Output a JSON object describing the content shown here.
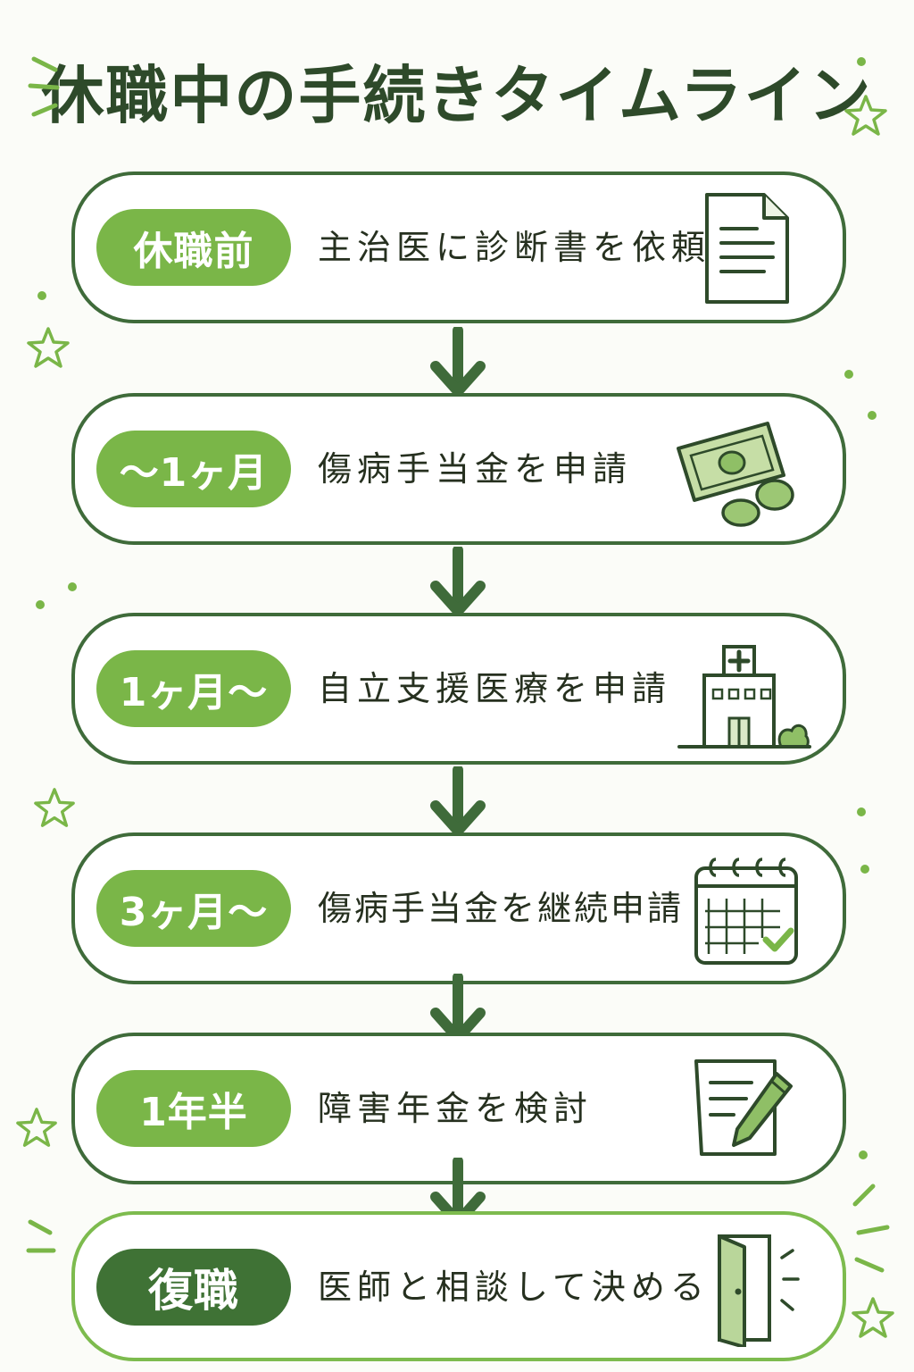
{
  "title": "休職中の手続きタイムライン",
  "steps": [
    {
      "badge": "休職前",
      "text": "主治医に診断書を依頼",
      "icon": "document-icon"
    },
    {
      "badge": "〜1ヶ月",
      "text": "傷病手当金を申請",
      "icon": "money-icon"
    },
    {
      "badge": "1ヶ月〜",
      "text": "自立支援医療を申請",
      "icon": "hospital-icon"
    },
    {
      "badge": "3ヶ月〜",
      "text": "傷病手当金を継続申請",
      "icon": "calendar-check-icon"
    },
    {
      "badge": "1年半",
      "text": "障害年金を検討",
      "icon": "pencil-form-icon"
    },
    {
      "badge": "復職",
      "text": "医師と相談して決める",
      "icon": "open-door-icon"
    }
  ],
  "colors": {
    "badge": "#7ab648",
    "badge_final": "#3f7235",
    "border": "#3f6b3a",
    "border_final": "#7dbb4e",
    "arrow": "#3f6b3a",
    "title": "#2e4a2a"
  }
}
